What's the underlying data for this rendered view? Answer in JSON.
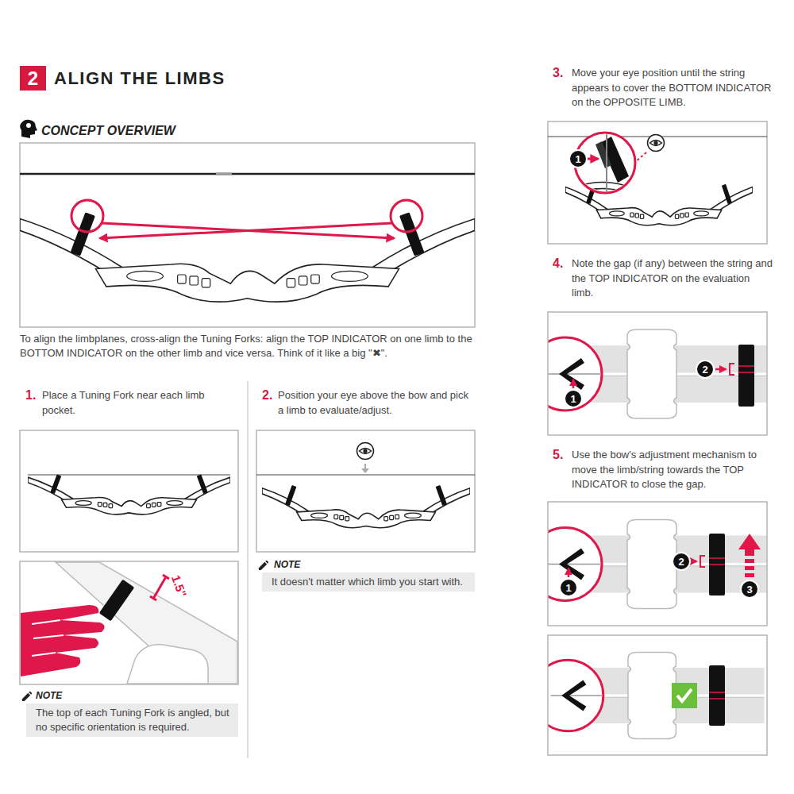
{
  "diagram": {
    "title": "ALIGN THE LIMBS",
    "nodes": [
      {
        "text": [
          "2"
        ]
      },
      {
        "text": [
          "NOTE",
          "The top of each Tuning Fork is angled, but no specific orientation is required."
        ]
      },
      {
        "text": [
          "NOTE",
          "It doesn't matter which limb you start with."
        ]
      },
      {
        "text": [
          "1"
        ]
      },
      {
        "text": [
          "1"
        ]
      },
      {
        "text": [
          "2"
        ]
      },
      {
        "text": [
          "1"
        ]
      },
      {
        "text": [
          "2"
        ]
      },
      {
        "text": [
          "3"
        ]
      }
    ],
    "labels": [
      "CONCEPT OVERVIEW",
      "To align the limbplanes, cross-align the Tuning Forks: align the TOP INDICATOR on one limb to the BOTTOM INDICATOR on the other limb and vice versa. Think of it like a big \"✖\".",
      "1.",
      "Place a Tuning Fork near each limb pocket.",
      "1.5\"",
      "2.",
      "Position your eye above the bow and pick a limb to evaluate/adjust.",
      "3.",
      "Move your eye position until the string appears to cover the BOTTOM INDICATOR on the OPPOSITE LIMB.",
      "4.",
      "Note the gap (if any) between the string and the TOP INDICATOR on the evaluation limb.",
      "5.",
      "Use the bow's adjustment mechanism to move the limb/string towards the TOP INDICATOR to close the gap."
    ]
  }
}
